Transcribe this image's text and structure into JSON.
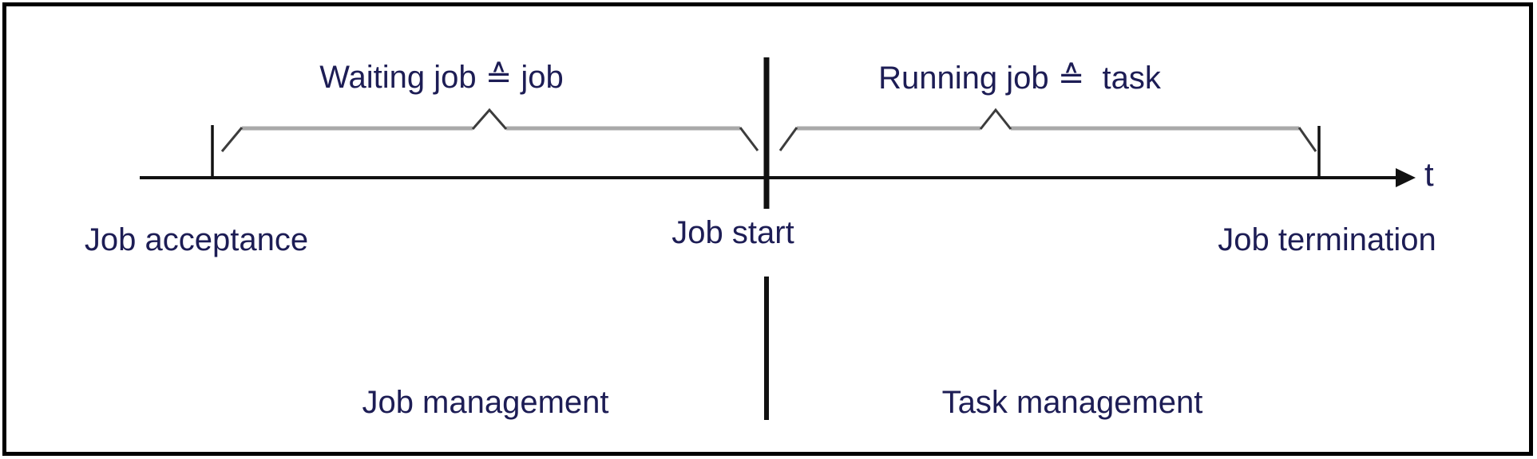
{
  "figure": {
    "timeline": {
      "axis_label": "t",
      "events": [
        {
          "id": "job-acceptance",
          "label": "Job acceptance"
        },
        {
          "id": "job-start",
          "label": "Job start"
        },
        {
          "id": "job-termination",
          "label": "Job termination"
        }
      ]
    },
    "phases": [
      {
        "id": "waiting",
        "brace_label": "Waiting job ≙ job",
        "section_label": "Job management"
      },
      {
        "id": "running",
        "brace_label": "Running job ≙  task",
        "section_label": "Task management"
      }
    ],
    "colors": {
      "background": "#ffffff",
      "border": "#000000",
      "line": "#111111",
      "brace_bar": "#a9a9a9",
      "brace_tip": "#3c3c3c",
      "text": "#1d1d55"
    }
  }
}
